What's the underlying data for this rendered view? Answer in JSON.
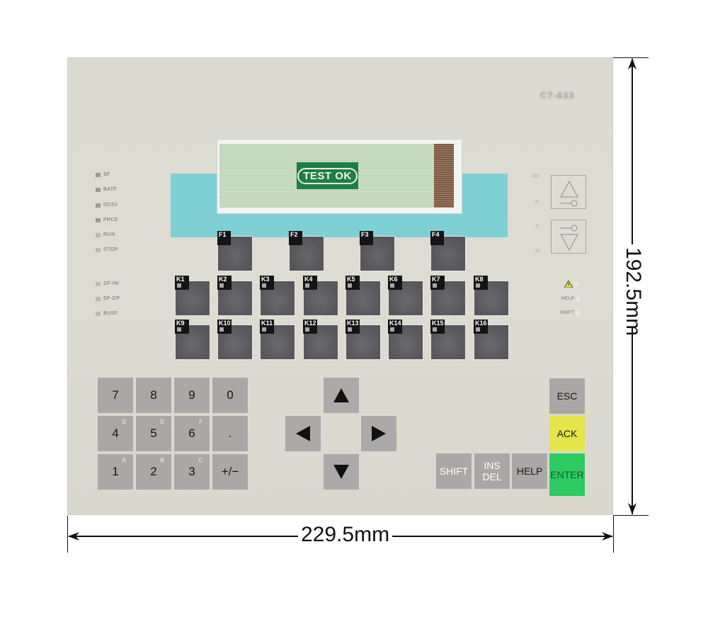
{
  "panel": {
    "model": "C7-633",
    "lcd_sticker": "TEST OK"
  },
  "status_leds": {
    "group1": [
      "SF",
      "BATF",
      "DC5V",
      "FRCE",
      "RUN",
      "STOP"
    ],
    "group2": [
      "SF-IM",
      "SF-DP",
      "BUSF"
    ]
  },
  "mode_switch": {
    "labels": [
      "RP",
      "R",
      "S",
      "M"
    ],
    "up_icon": "triangle-up-key-icon",
    "down_icon": "triangle-down-key-icon"
  },
  "indicators": [
    "warning",
    "HELP",
    "SHIFT"
  ],
  "function_keys": [
    "F1",
    "F2",
    "F3",
    "F4"
  ],
  "soft_keys": {
    "row1": [
      "K1",
      "K2",
      "K3",
      "K4",
      "K5",
      "K6",
      "K7",
      "K8"
    ],
    "row2": [
      "K9",
      "K10",
      "K11",
      "K12",
      "K13",
      "K14",
      "K15",
      "K16"
    ]
  },
  "numpad": [
    [
      {
        "main": "7",
        "sub": ""
      },
      {
        "main": "8",
        "sub": ""
      },
      {
        "main": "9",
        "sub": ""
      },
      {
        "main": "0",
        "sub": ""
      }
    ],
    [
      {
        "main": "4",
        "sub": "D"
      },
      {
        "main": "5",
        "sub": "E"
      },
      {
        "main": "6",
        "sub": "F"
      },
      {
        "main": ".",
        "sub": ""
      }
    ],
    [
      {
        "main": "1",
        "sub": "A"
      },
      {
        "main": "2",
        "sub": "B"
      },
      {
        "main": "3",
        "sub": "C"
      },
      {
        "main": "+/−",
        "sub": ""
      }
    ]
  ],
  "control_keys": {
    "esc": "ESC",
    "ack": "ACK",
    "enter": "ENTER",
    "shift": "SHIFT",
    "ins": "INS",
    "del": "DEL",
    "help": "HELP"
  },
  "colors": {
    "ack": "#e3e54a",
    "enter": "#2ecb63",
    "cyan_band": "#7fd0d4",
    "key_gray": "#a9a8a6",
    "softkey_dark": "#5b5a5e"
  },
  "dimensions": {
    "width": "229.5mm",
    "height": "192.5mm"
  }
}
